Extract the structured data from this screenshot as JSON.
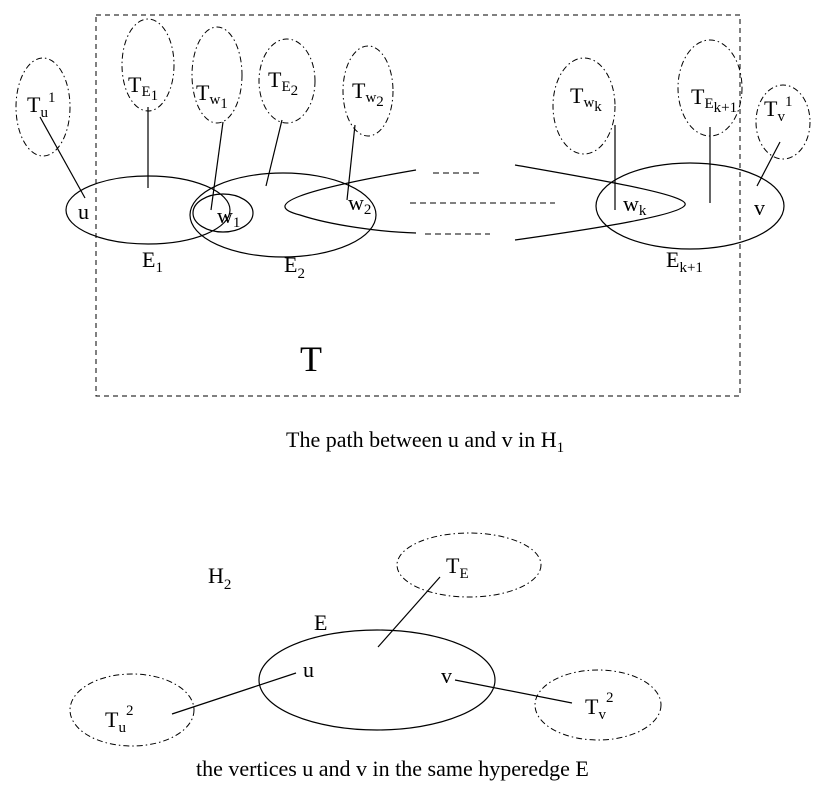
{
  "figure": {
    "top": {
      "box_label": "T",
      "caption": {
        "text": "The path between u and v in H",
        "sub": "1"
      },
      "vertices": {
        "u": "u",
        "w1": {
          "base": "w",
          "sub": "1"
        },
        "w2": {
          "base": "w",
          "sub": "2"
        },
        "wk": {
          "base": "w",
          "sub": "k"
        },
        "v": "v"
      },
      "hyperedges": {
        "e1": {
          "base": "E",
          "sub": "1"
        },
        "e2": {
          "base": "E",
          "sub": "2"
        },
        "ek1": {
          "base": "E",
          "sub": "k+1"
        }
      },
      "subtrees": {
        "tu1": {
          "base": "T",
          "sub": "u",
          "sup": "1"
        },
        "te1": {
          "base": "T",
          "sub": "E",
          "subsub": "1"
        },
        "tw1": {
          "base": "T",
          "sub": "w",
          "subsub": "1"
        },
        "te2": {
          "base": "T",
          "sub": "E",
          "subsub": "2"
        },
        "tw2": {
          "base": "T",
          "sub": "w",
          "subsub": "2"
        },
        "twk": {
          "base": "T",
          "sub": "w",
          "subsub": "k"
        },
        "tek1": {
          "base": "T",
          "sub": "E",
          "subsub": "k+1"
        },
        "tv1": {
          "base": "T",
          "sub": "v",
          "sup": "1"
        }
      }
    },
    "bottom": {
      "graph_label": {
        "base": "H",
        "sub": "2"
      },
      "edge_label": "E",
      "vertex_u": "u",
      "vertex_v": "v",
      "subtree_te": {
        "base": "T",
        "sub": "E"
      },
      "subtree_tu2": {
        "base": "T",
        "sub": "u",
        "sup": "2"
      },
      "subtree_tv2": {
        "base": "T",
        "sub": "v",
        "sup": "2"
      },
      "caption": "the vertices u and v in the same hyperedge E"
    }
  }
}
